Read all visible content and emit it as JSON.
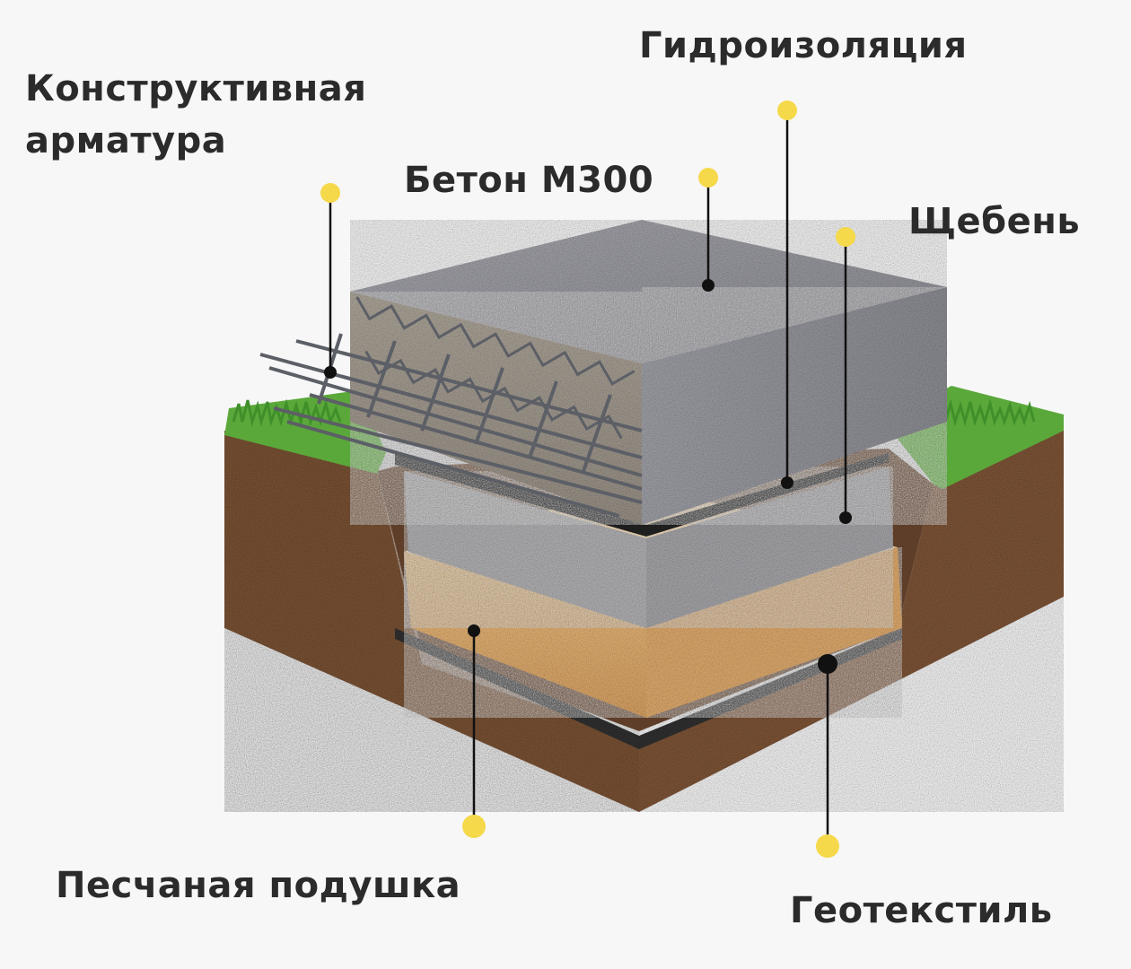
{
  "labels": {
    "rebar_line1": "Конструктивная",
    "rebar_line2": "арматура",
    "waterproofing": "Гидроизоляция",
    "concrete": "Бетон М300",
    "gravel": "Щебень",
    "sand_cushion": "Песчаная подушка",
    "geotextile": "Геотекстиль"
  },
  "colors": {
    "marker_dot": "#f5d94a",
    "text": "#2b2b2b",
    "soil": "#7a5236",
    "grass": "#5aa83a",
    "concrete": "#9a9aa1",
    "gravel": "#b9b9bc",
    "sand": "#e8b877",
    "membrane": "#2a2a2a"
  }
}
